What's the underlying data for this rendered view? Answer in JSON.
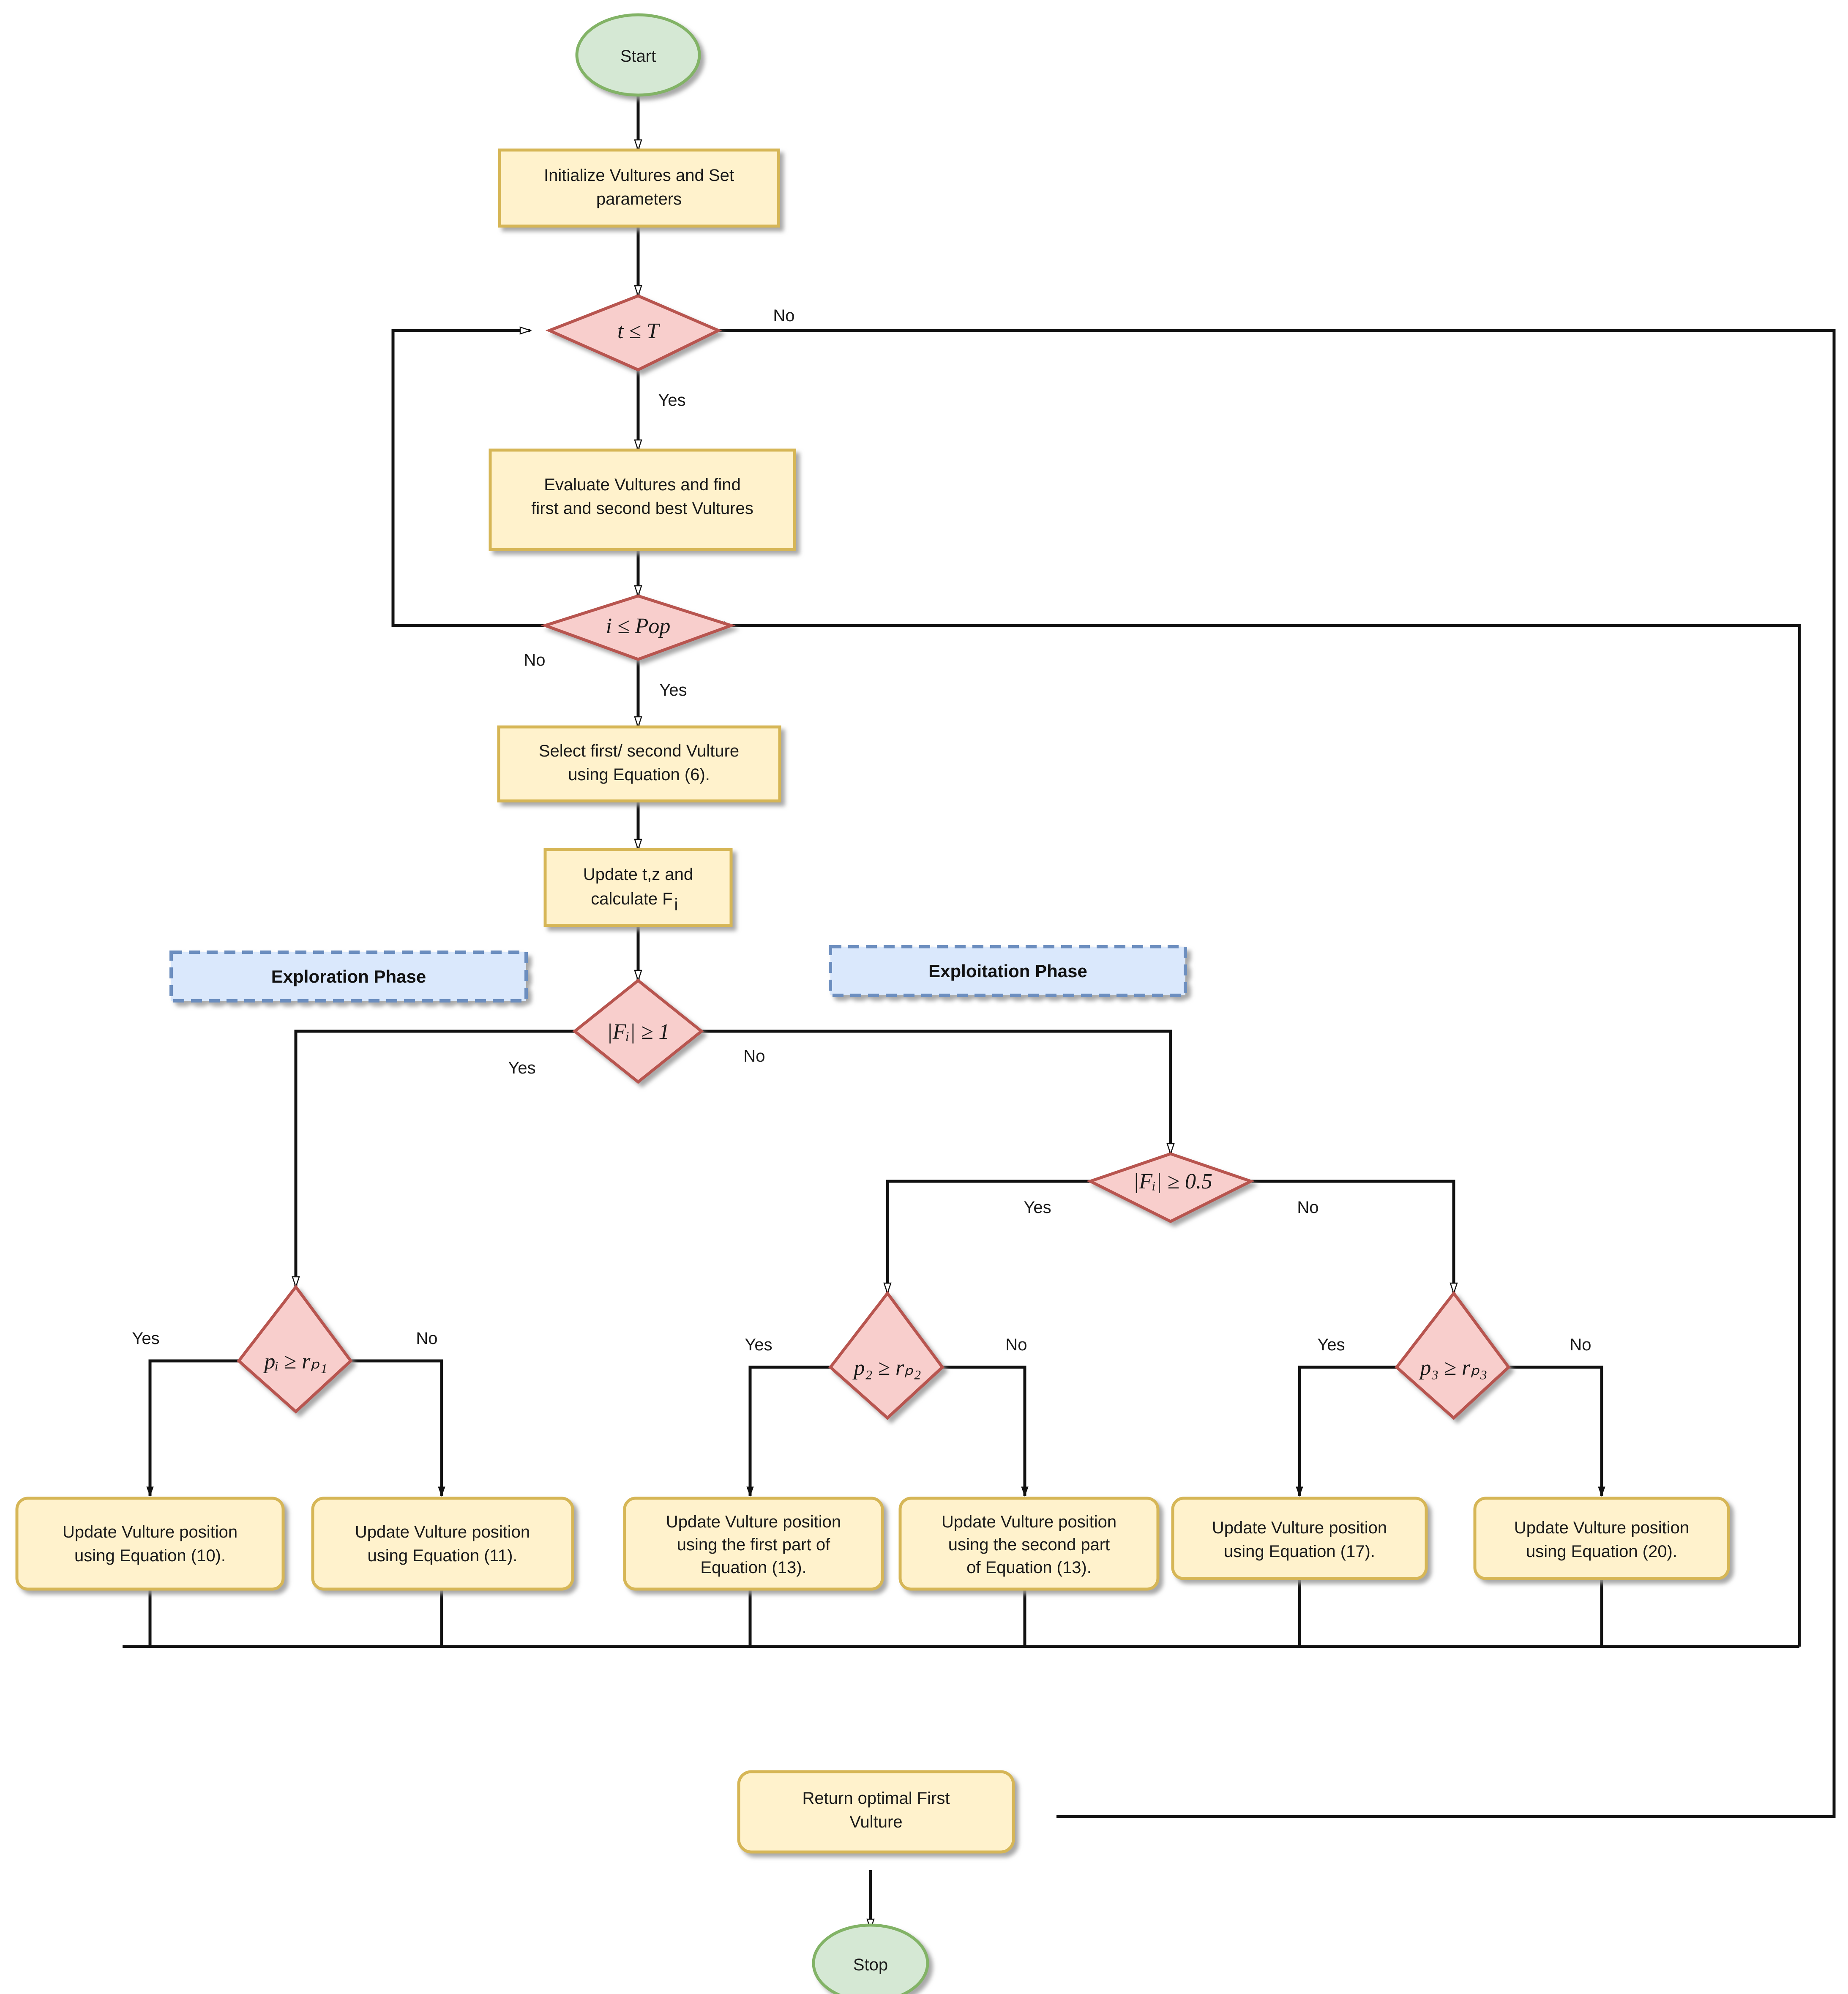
{
  "diagram": {
    "title": "African Vultures Optimization Algorithm flowchart",
    "colors": {
      "terminator_fill": "#d5e8d4",
      "terminator_stroke": "#82b366",
      "process_fill": "#fff2cc",
      "process_stroke": "#d6b656",
      "decision_fill": "#f8cecc",
      "decision_stroke": "#b85450",
      "phase_fill": "#dae8fc",
      "phase_stroke": "#6c8ebf",
      "edge": "#1a1a1a",
      "background": "#ffffff"
    }
  },
  "nodes": {
    "start": {
      "label": "Start",
      "shape": "terminator"
    },
    "init": {
      "label_line1": "Initialize Vultures and Set",
      "label_line2": "parameters",
      "shape": "process"
    },
    "dec_t": {
      "label": "t ≤ T",
      "shape": "decision"
    },
    "evaluate": {
      "label_line1": "Evaluate Vultures and find",
      "label_line2": "first and second best Vultures",
      "shape": "process"
    },
    "dec_pop": {
      "label": "i ≤ Pop",
      "shape": "decision"
    },
    "select": {
      "label_line1": "Select first/ second Vulture",
      "label_line2": "using Equation (6).",
      "shape": "process"
    },
    "update_tz": {
      "label_line1": "Update t,z and",
      "label_line2": "calculate F",
      "label_sub": "i",
      "shape": "process"
    },
    "exploration_phase": {
      "label": "Exploration Phase",
      "shape": "phase-note"
    },
    "exploitation_phase": {
      "label": "Exploitation Phase",
      "shape": "phase-note"
    },
    "dec_f1": {
      "label": "|Fᵢ| ≥ 1",
      "shape": "decision"
    },
    "dec_f05": {
      "label": "|Fᵢ| ≥ 0.5",
      "shape": "decision"
    },
    "dec_p1": {
      "label": "pᵢ ≥ rₚ₁",
      "shape": "decision"
    },
    "dec_p2": {
      "label": "p₂ ≥ rₚ₂",
      "shape": "decision"
    },
    "dec_p3": {
      "label": "p₃ ≥ rₚ₃",
      "shape": "decision"
    },
    "upd10": {
      "label_line1": "Update Vulture position",
      "label_line2": "using Equation (10).",
      "shape": "process-rounded"
    },
    "upd11": {
      "label_line1": "Update Vulture position",
      "label_line2": "using Equation (11).",
      "shape": "process-rounded"
    },
    "upd13a": {
      "label_line1": "Update Vulture position",
      "label_line2": "using the first part of",
      "label_line3": "Equation (13).",
      "shape": "process-rounded"
    },
    "upd13b": {
      "label_line1": "Update Vulture position",
      "label_line2": "using the second part",
      "label_line3": "of  Equation (13).",
      "shape": "process-rounded"
    },
    "upd17": {
      "label_line1": "Update Vulture position",
      "label_line2": "using Equation (17).",
      "shape": "process-rounded"
    },
    "upd20": {
      "label_line1": "Update Vulture position",
      "label_line2": "using Equation (20).",
      "shape": "process-rounded"
    },
    "return_best": {
      "label_line1": "Return optimal First",
      "label_line2": "Vulture",
      "shape": "process-rounded"
    },
    "stop": {
      "label": "Stop",
      "shape": "terminator"
    }
  },
  "edge_labels": {
    "t_no": "No",
    "t_yes": "Yes",
    "pop_no": "No",
    "pop_yes": "Yes",
    "f1_yes": "Yes",
    "f1_no": "No",
    "f05_yes": "Yes",
    "f05_no": "No",
    "p1_yes": "Yes",
    "p1_no": "No",
    "p2_yes": "Yes",
    "p2_no": "No",
    "p3_yes": "Yes",
    "p3_no": "No"
  }
}
